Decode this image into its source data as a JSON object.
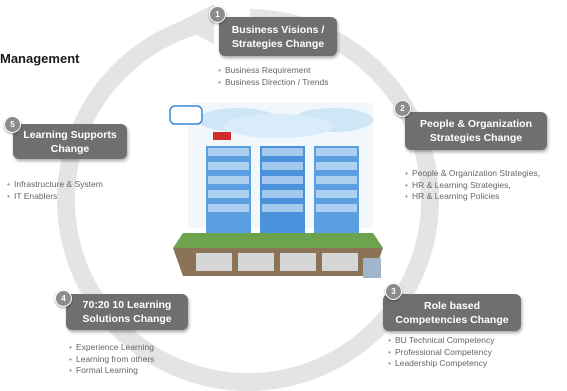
{
  "title": "Management",
  "steps": [
    {
      "number": "1",
      "line1": "Business Visions /",
      "line2": "Strategies Change",
      "bullets": [
        "Business Requirement",
        "Business Direction / Trends"
      ]
    },
    {
      "number": "2",
      "line1": "People & Organization",
      "line2": "Strategies Change",
      "bullets": [
        "People & Organization Strategies,",
        "HR & Learning Strategies,",
        "HR & Learning Policies"
      ]
    },
    {
      "number": "3",
      "line1": "Role based",
      "line2": "Competencies Change",
      "bullets": [
        "BU Technical Competency",
        "Professional Competency",
        "Leadership Competency"
      ]
    },
    {
      "number": "4",
      "line1": "70:20 10 Learning",
      "line2": "Solutions Change",
      "bullets": [
        "Experience Learning",
        "Learning from others",
        "Formal Learning"
      ]
    },
    {
      "number": "5",
      "line1": "Learning Supports",
      "line2": "Change",
      "bullets": [
        "Infrastructure & System",
        "IT Enablers"
      ]
    }
  ],
  "colors": {
    "box": "#6f6f6f",
    "badge": "#8c8c8c",
    "ring": "#e4e4e4",
    "bullet_text": "#666666"
  }
}
